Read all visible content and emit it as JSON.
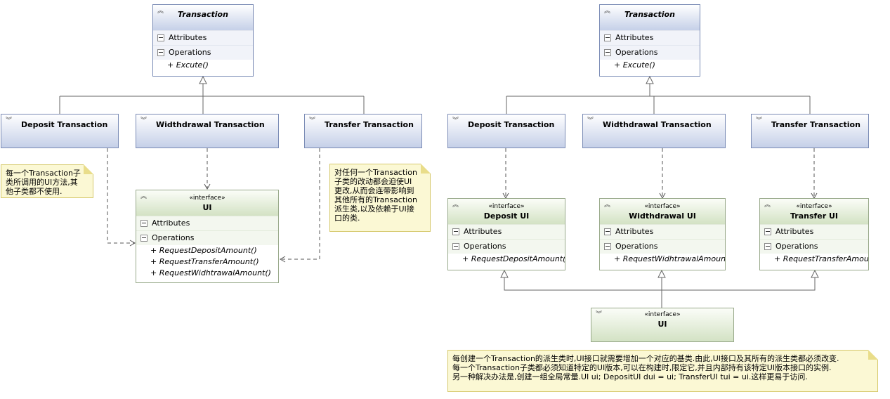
{
  "left": {
    "transaction": {
      "name": "Transaction",
      "attributes": "Attributes",
      "operations": "Operations",
      "methods": [
        "+ Excute()"
      ]
    },
    "subclasses": [
      "Deposit Transaction",
      "Widthdrawal Transaction",
      "Transfer Transaction"
    ],
    "ui": {
      "stereotype": "«interface»",
      "name": "UI",
      "attributes": "Attributes",
      "operations": "Operations",
      "methods": [
        "+ RequestDepositAmount()",
        "+ RequestTransferAmount()",
        "+ RequestWidhtrawalAmount()"
      ]
    },
    "note_left": "每一个Transaction子\n类所调用的UI方法,其\n他子类都不使用.",
    "note_right": "对任何一个Transaction\n子类的改动都会迫使UI\n更改,从而会连带影响到\n其他所有的Transaction\n派生类,以及依赖于UI接\n口的类."
  },
  "right": {
    "transaction": {
      "name": "Transaction",
      "attributes": "Attributes",
      "operations": "Operations",
      "methods": [
        "+ Excute()"
      ]
    },
    "subclasses": [
      "Deposit Transaction",
      "Widthdrawal Transaction",
      "Transfer Transaction"
    ],
    "sub_uis": [
      {
        "stereotype": "«interface»",
        "name": "Deposit UI",
        "attributes": "Attributes",
        "operations": "Operations",
        "method": "+ RequestDepositAmount()"
      },
      {
        "stereotype": "«interface»",
        "name": "Widthdrawal UI",
        "attributes": "Attributes",
        "operations": "Operations",
        "method": "+ RequestWidhtrawalAmount()"
      },
      {
        "stereotype": "«interface»",
        "name": "Transfer UI",
        "attributes": "Attributes",
        "operations": "Operations",
        "method": "+  RequestTransferAmou..."
      }
    ],
    "base_ui": {
      "stereotype": "«interface»",
      "name": "UI"
    },
    "note": "每创建一个Transaction的派生类时,UI接口就需要增加一个对应的基类.由此,UI接口及其所有的派生类都必须改变.\n每一个Transaction子类都必须知道特定的UI版本,可以在构建时,限定它,并且内部持有该特定UI版本接口的实例.\n另一种解决办法是,创建一组全局常量.UI ui; DepositUI dui = ui; TransferUI tui = ui.这样更易于访问."
  }
}
